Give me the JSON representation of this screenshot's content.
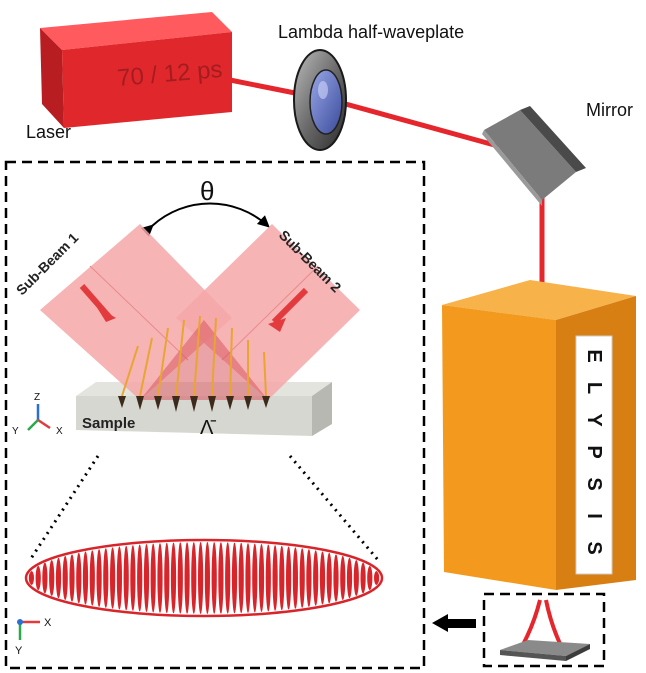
{
  "labels": {
    "laser": "Laser",
    "laser_box_text": "70 / 12 ps",
    "waveplate": "Lambda half-waveplate",
    "mirror": "Mirror",
    "theta": "θ",
    "sub_beam_1": "Sub-Beam 1",
    "sub_beam_2": "Sub-Beam 2",
    "sample": "Sample",
    "period": "Λ̄",
    "elypsis_letters": [
      "E",
      "L",
      "Y",
      "P",
      "S",
      "I",
      "S"
    ]
  },
  "axes_3d": {
    "z": "Z",
    "y": "Y",
    "x": "X"
  },
  "axes_2d": {
    "x": "X",
    "y": "Y"
  },
  "colors": {
    "laser_box": "#e0282c",
    "beam": "#e5262c",
    "elypsis_box": "#f39a1e",
    "mirror": "#808080",
    "sub_beam_fill": "#f6a7a8",
    "sample": "#d7d7d2",
    "fringe": "#e8a534"
  }
}
